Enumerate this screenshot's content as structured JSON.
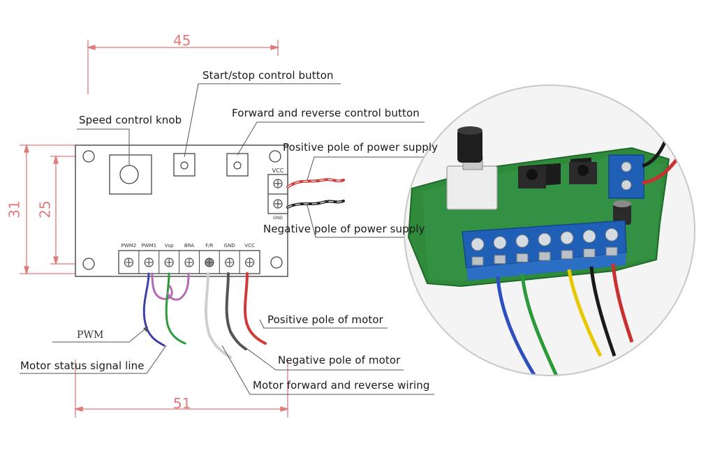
{
  "dimensions": {
    "top_width": "45",
    "bottom_width": "51",
    "outer_height": "31",
    "inner_height": "25"
  },
  "board_pins": [
    "PWM2",
    "PWM1",
    "Vsp",
    "BRA",
    "F/R",
    "GND",
    "VCC"
  ],
  "power_terminal": {
    "top_label": "VCC",
    "bottom_label": "GND"
  },
  "callouts": {
    "speed_knob": "Speed control knob",
    "start_stop": "Start/stop control button",
    "forward_reverse": "Forward and reverse control button",
    "power_positive": "Positive pole of power supply",
    "power_negative": "Negative pole of power supply",
    "motor_positive": "Positive pole of motor",
    "motor_negative": "Negative pole of motor",
    "motor_fr_wiring": "Motor forward and reverse wiring",
    "motor_status": "Motor status signal line",
    "pwm": "PWM"
  },
  "colors": {
    "dimension_line": "#e07a7a",
    "pcb_green": "#2f8a3a",
    "terminal_blue": "#1f5fb5"
  }
}
